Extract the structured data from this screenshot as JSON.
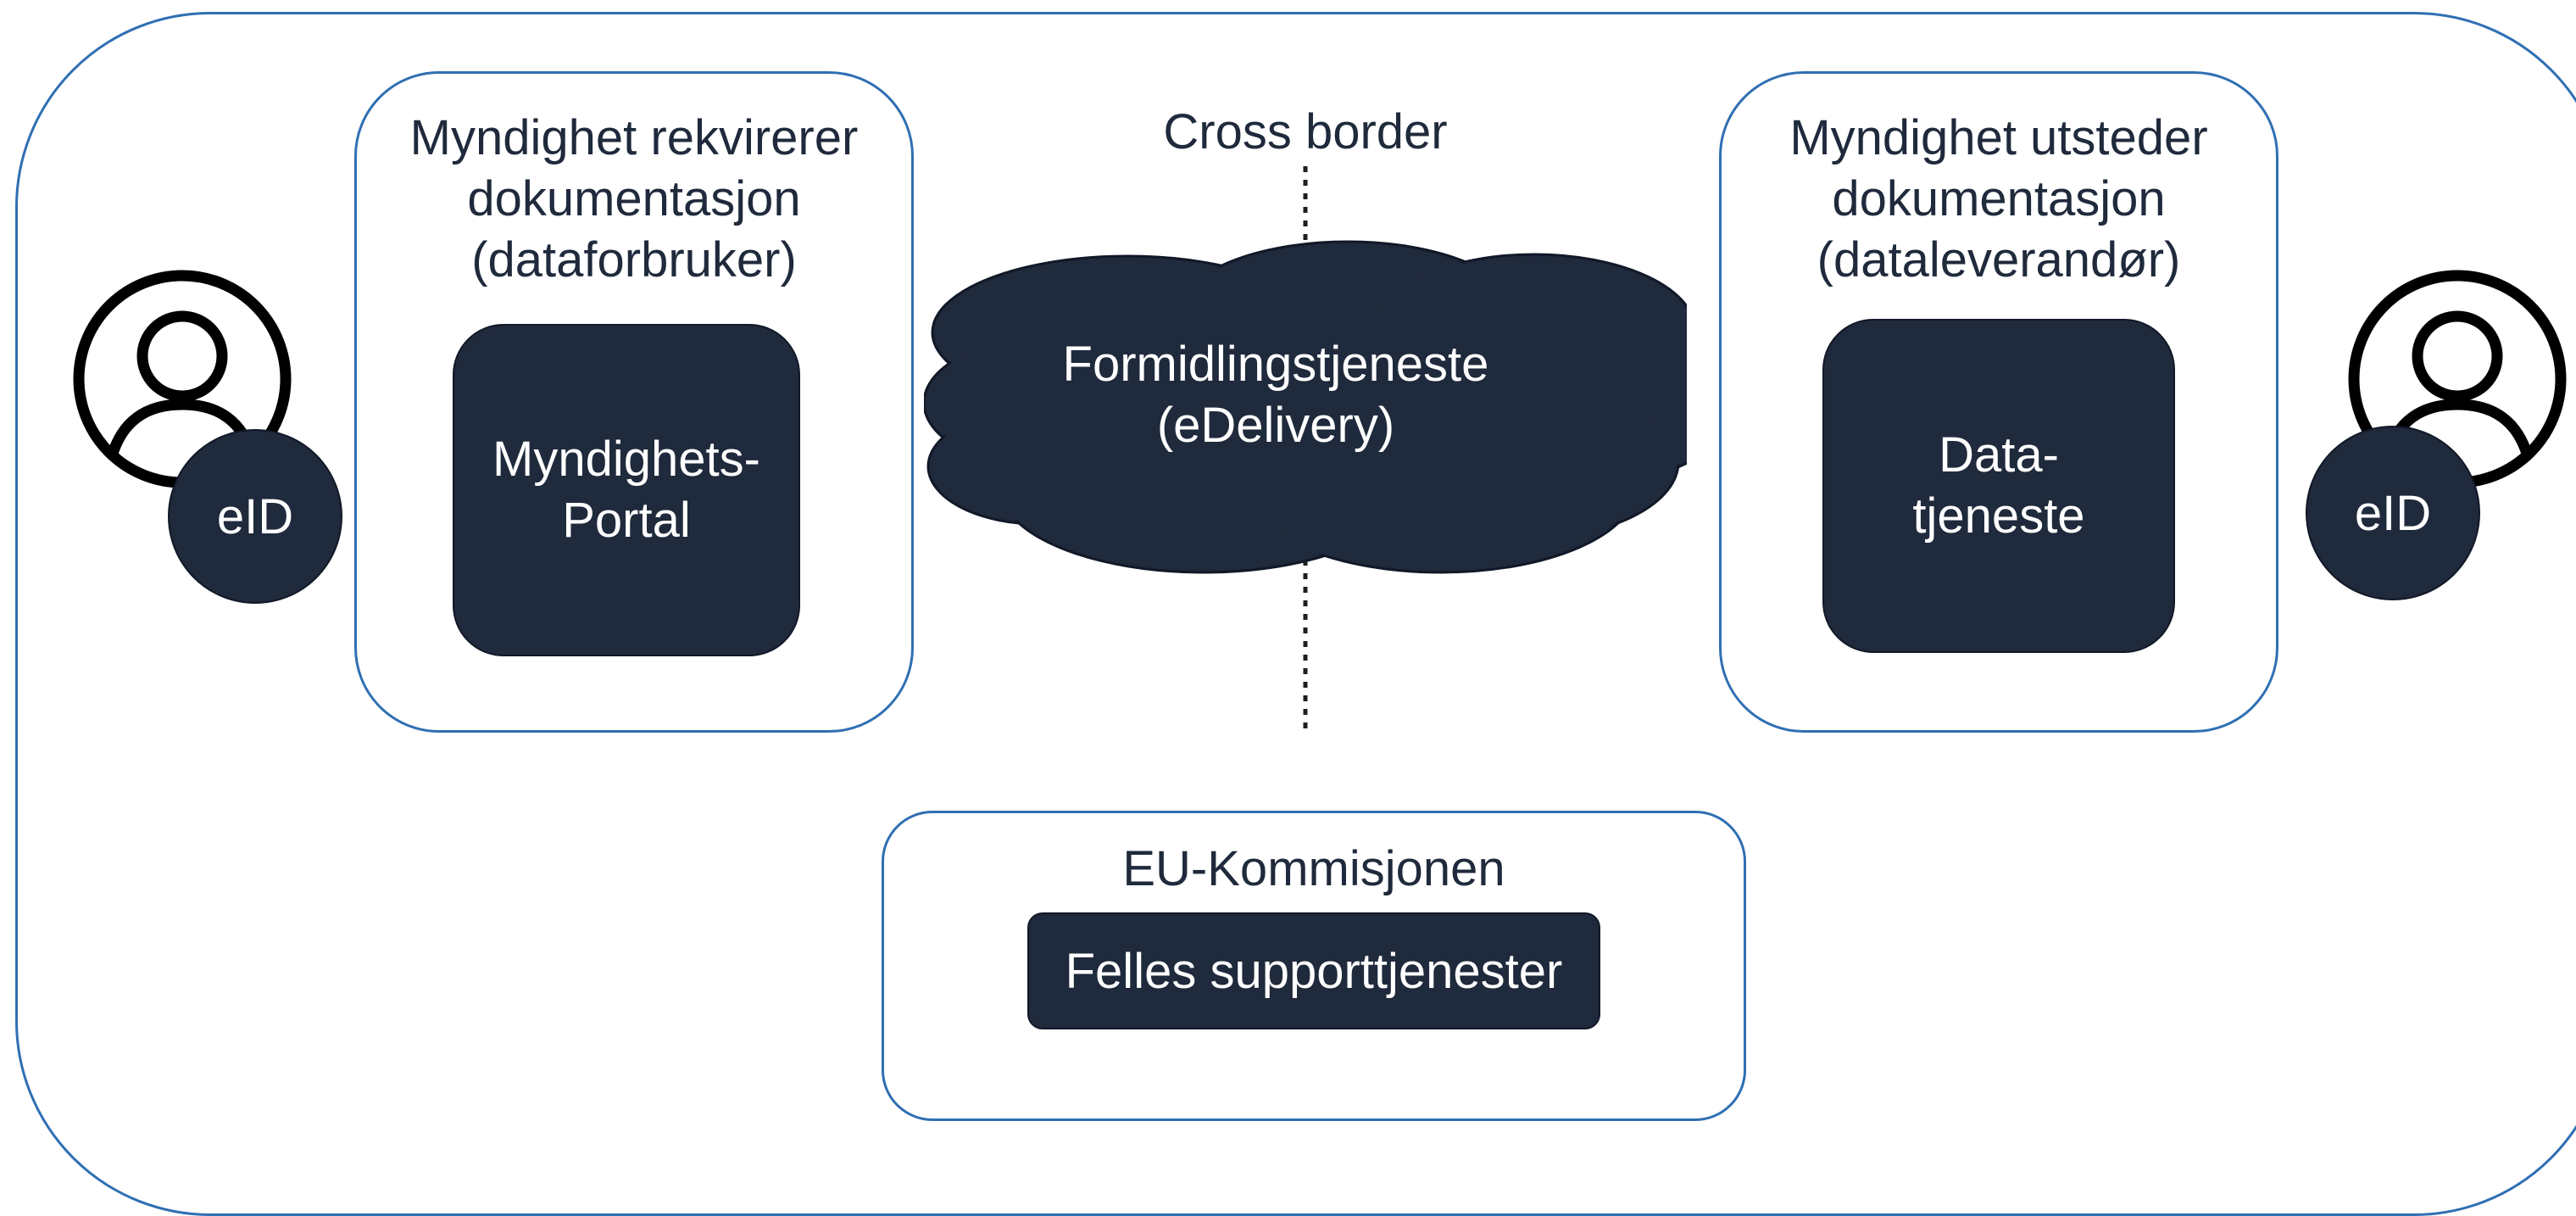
{
  "requester": {
    "title": "Myndighet rekvirerer\ndokumentasjon\n(dataforbruker)",
    "box_label": "Myndighets-\nPortal"
  },
  "cross_border": {
    "label": "Cross border"
  },
  "delivery_service": {
    "label": "Formidlingstjeneste\n(eDelivery)"
  },
  "issuer": {
    "title": "Myndighet utsteder\ndokumentasjon\n(dataleverandør)",
    "box_label": "Data-\ntjeneste"
  },
  "commission": {
    "title": "EU-Kommisjonen",
    "box_label": "Felles supporttjenester"
  },
  "eid_left": {
    "label": "eID",
    "icon": "user-circle-icon"
  },
  "eid_right": {
    "label": "eID",
    "icon": "user-circle-icon"
  },
  "colors": {
    "frame": "#2f6fb3",
    "dark_fill": "#1f2a3c",
    "text": "#1f2a3c"
  }
}
